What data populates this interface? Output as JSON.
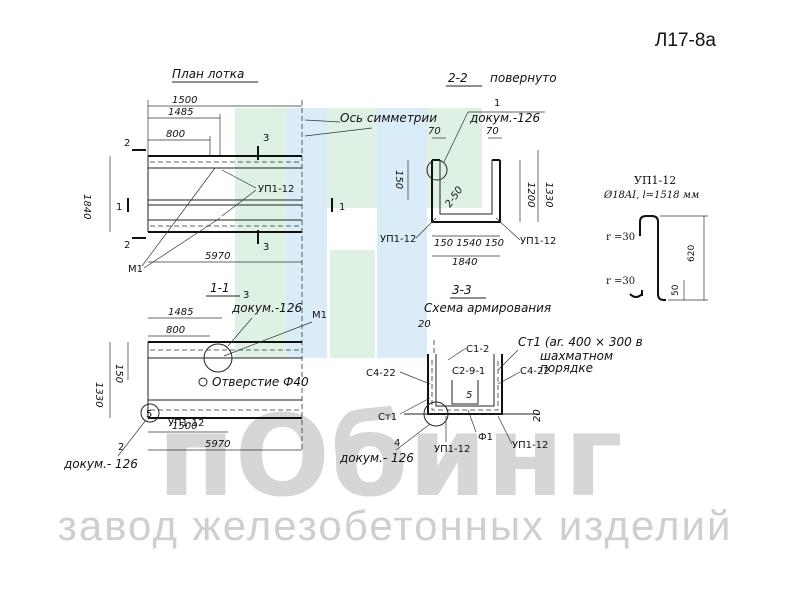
{
  "sheet_code": "Л17-8а",
  "watermark": {
    "brand": "пОбинг",
    "subtitle": "завод железобетонных изделий"
  },
  "plan": {
    "title": "План лотка",
    "axis": "Ось симметрии",
    "dim_1500": "1500",
    "dim_1485": "1485",
    "dim_800": "800",
    "dim_1840": "1840",
    "dim_5970": "5970",
    "mark_up": "УП1-12",
    "mark_m1": "М1",
    "cut_2": "2",
    "cut_1": "1",
    "cut_3": "3"
  },
  "section11": {
    "title": "1-1",
    "dim_1485": "1485",
    "dim_800": "800",
    "dim_150": "150",
    "dim_1330": "1330",
    "dim_1500": "1500",
    "dim_5970": "5970",
    "note_3": "3",
    "docum": "докум.-126",
    "hole": "Отверстие Ф40",
    "mark_m1": "М1",
    "mark_up": "УП1-12",
    "note_2": "2",
    "docum2": "докум.- 126",
    "circle_5": "5"
  },
  "section22": {
    "title": "2-2",
    "title_note": "повернуто",
    "note_1": "1",
    "docum": "докум.-126",
    "dim_70a": "70",
    "dim_70b": "70",
    "dim_150": "150",
    "dim_250": "2-50",
    "dim_1200": "1200",
    "dim_1330": "1330",
    "dim_bottom": "150 1540 150",
    "dim_1840": "1840",
    "mark_left": "УП1-12",
    "mark_right": "УП1-12"
  },
  "section33": {
    "title": "3-3",
    "subtitle": "Схема армирования",
    "dim_20": "20",
    "c12": "С1-2",
    "ct1_note": "Ст1 (ar. 400 × 300 в",
    "ct1_note2": "шахматном",
    "ct1_note3": "порядке",
    "c422_left": "С4-22",
    "c291": "С2-9-1",
    "c422_right": "С4-22",
    "ct1": "Ст1",
    "dim_5": "5",
    "note_4": "4",
    "docum": "докум.- 126",
    "up_left": "УП1-12",
    "f1": "Ф1",
    "up_right": "УП1-12",
    "dim_20b": "20"
  },
  "detail": {
    "title": "УП1-12",
    "spec": "Ø18AI, l=1518 мм",
    "r_top": "r =30",
    "r_bottom": "r =30",
    "dim_620": "620",
    "dim_50": "50"
  }
}
